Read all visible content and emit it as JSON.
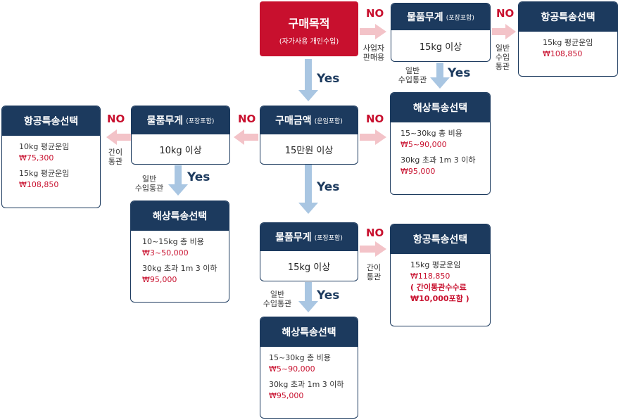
{
  "start": {
    "title": "구매목적",
    "subtitle": "(자가사용 개인수입)"
  },
  "yes_label": "Yes",
  "no_label": "NO",
  "notes": {
    "business_resale": [
      "사업자",
      "판매용"
    ],
    "general_customs_vertical": [
      "일반",
      "수입",
      "통관"
    ],
    "general_customs": [
      "일반",
      "수입통관"
    ],
    "simple_customs": [
      "간이",
      "통관"
    ]
  },
  "decisions": {
    "top_weight": {
      "title": "물품무게",
      "sub": "(포장포함)",
      "value": "15kg 이상"
    },
    "price": {
      "title": "구매금액",
      "sub": "(운임포함)",
      "value": "15만원 이상"
    },
    "left_weight": {
      "title": "물품무게",
      "sub": "(포장포함)",
      "value": "10kg 이상"
    },
    "bottom_weight": {
      "title": "물품무게",
      "sub": "(포장포함)",
      "value": "15kg 이상"
    }
  },
  "results": {
    "air_top_right": {
      "title": "항공특송선택",
      "lines": [
        [
          "15kg 평균운임",
          "₩108,850"
        ]
      ]
    },
    "sea_top_right": {
      "title": "해상특송선택",
      "lines": [
        [
          "15~30kg 총 비용",
          "₩5~90,000"
        ],
        [
          "30kg 초과 1m 3 이하",
          "₩95,000"
        ]
      ]
    },
    "air_left": {
      "title": "항공특송선택",
      "lines": [
        [
          "10kg 평균운임",
          "₩75,300"
        ],
        [
          "15kg 평균운임",
          "₩108,850"
        ]
      ]
    },
    "sea_left": {
      "title": "해상특송선택",
      "lines": [
        [
          "10~15kg 총 비용",
          "₩3~50,000"
        ],
        [
          "30kg 초과 1m 3 이하",
          "₩95,000"
        ]
      ]
    },
    "air_bottom_right": {
      "title": "항공특송선택",
      "lines": [
        [
          "15kg 평균운임",
          "₩118,850",
          "( 간이통관수수료",
          "₩10,000포함 )"
        ]
      ]
    },
    "sea_bottom": {
      "title": "해상특송선택",
      "lines": [
        [
          "15~30kg 총 비용",
          "₩5~90,000"
        ],
        [
          "30kg 초과 1m 3 이하",
          "₩95,000"
        ]
      ]
    }
  },
  "colors": {
    "navy": "#1c3a5e",
    "red": "#c8102e",
    "arrow_blue": "#a9c6e2",
    "arrow_pink": "#f3c3c8"
  }
}
